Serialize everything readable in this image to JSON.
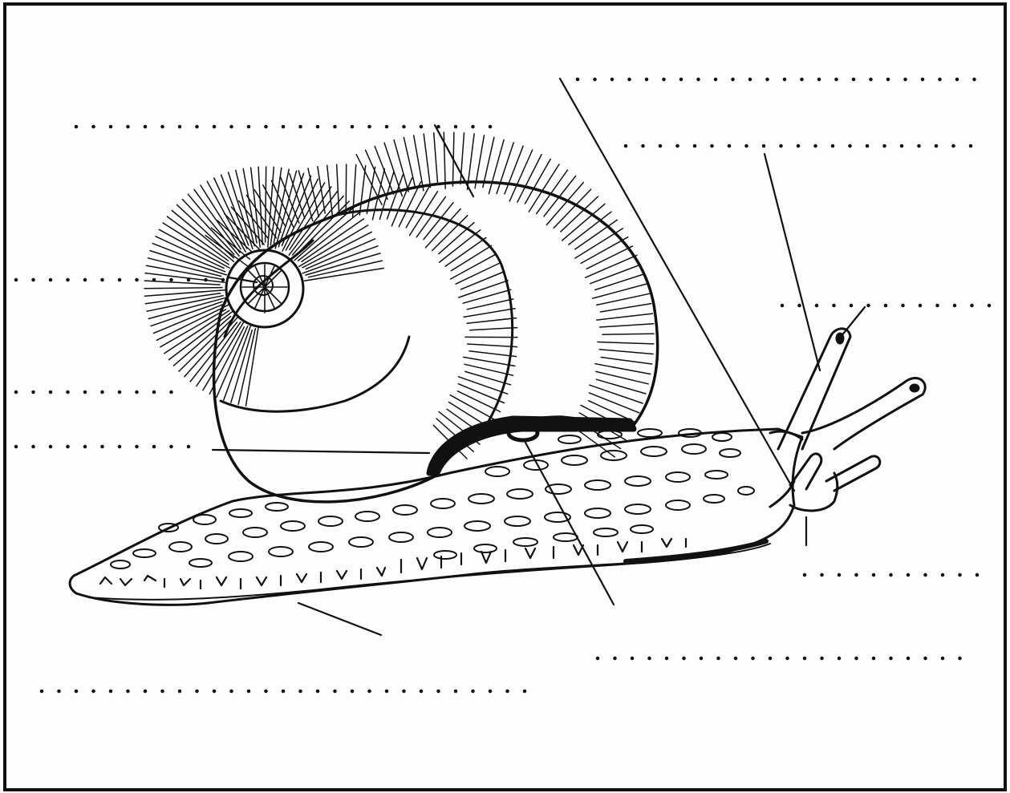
{
  "diagram": {
    "subject": "snail-anatomy",
    "label_slots": [
      {
        "id": "label-shell",
        "text": ""
      },
      {
        "id": "label-mouth",
        "text": ""
      },
      {
        "id": "label-upper-tentacle",
        "text": ""
      },
      {
        "id": "label-eye",
        "text": ""
      },
      {
        "id": "label-apex",
        "text": ""
      },
      {
        "id": "label-blank-left",
        "text": ""
      },
      {
        "id": "label-mantle",
        "text": ""
      },
      {
        "id": "label-lower-tentacle",
        "text": ""
      },
      {
        "id": "label-breathing-pore",
        "text": ""
      },
      {
        "id": "label-foot",
        "text": ""
      }
    ],
    "colors": {
      "ink": "#111111",
      "paper": "#fdfdfd"
    }
  }
}
